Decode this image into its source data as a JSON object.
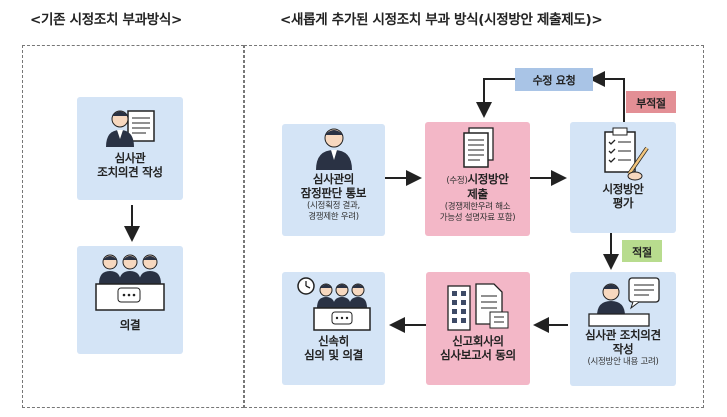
{
  "left_title": "<기존 시정조치 부과방식>",
  "right_title": "<새롭게 추가된 시정조치 부과 방식(시정방안 제출제도)>",
  "left": {
    "examiner": "심사관\n조치의견 작성",
    "decision": "의결"
  },
  "right": {
    "notify_title": "심사관의\n잠정판단 통보",
    "notify_sub": "(시정획정 결과,\n경쟁제한 우려)",
    "submit_prefix": "(수정)",
    "submit_title": "시정방안",
    "submit_title2": "제출",
    "submit_sub": "(경쟁제한우려 해소\n가능성 설명자료 포함)",
    "evaluate": "시정방안\n평가",
    "revision": "수정 요청",
    "inadequate": "부적절",
    "adequate": "적절",
    "opinion_title": "심사관 조치의견\n작성",
    "opinion_sub": "(시정방안 내용 고려)",
    "report": "신고회사의\n심사보고서 동의",
    "fast": "신속히\n심의 및 의결"
  },
  "colors": {
    "blue_box": "#d4e4f6",
    "pink_box": "#f3b7c7",
    "revision_tag": "#a9c4e6",
    "inadequate_tag": "#e38f95",
    "adequate_tag": "#b8dc8e"
  }
}
